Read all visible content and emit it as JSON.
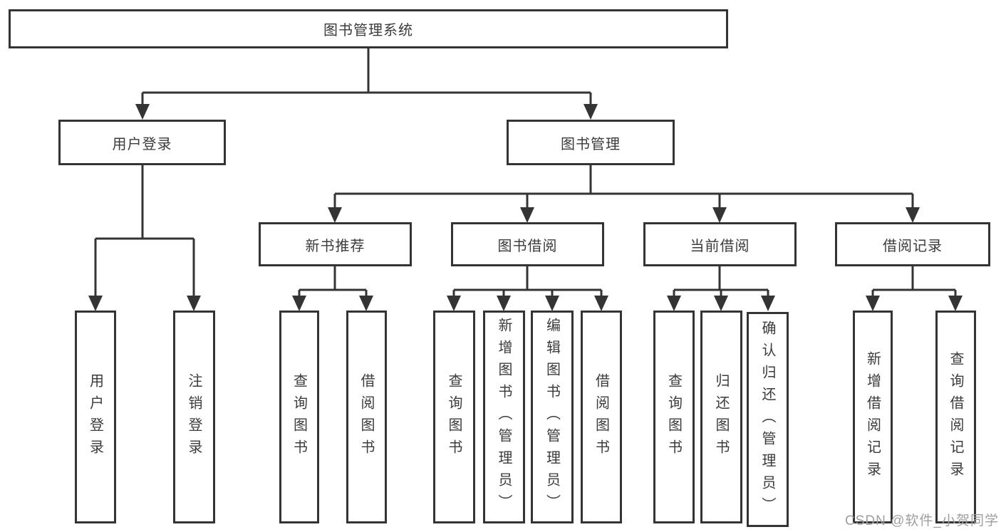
{
  "diagram": {
    "root": {
      "label": "图书管理系统"
    },
    "level2": [
      {
        "label": "用户登录"
      },
      {
        "label": "图书管理"
      }
    ],
    "level3": [
      {
        "label": "新书推荐"
      },
      {
        "label": "图书借阅"
      },
      {
        "label": "当前借阅"
      },
      {
        "label": "借阅记录"
      }
    ],
    "leaves": {
      "user_login": [
        {
          "label": "用户登录"
        },
        {
          "label": "注销登录"
        }
      ],
      "new_book": [
        {
          "label": "查询图书"
        },
        {
          "label": "借阅图书"
        }
      ],
      "book_borrow": [
        {
          "label": "查询图书"
        },
        {
          "label": "新增图书（管理员）"
        },
        {
          "label": "编辑图书（管理员）"
        },
        {
          "label": "借阅图书"
        }
      ],
      "current_borrow": [
        {
          "label": "查询图书"
        },
        {
          "label": "归还图书"
        },
        {
          "label": "确认归还（管理员）"
        }
      ],
      "borrow_record": [
        {
          "label": "新增借阅记录"
        },
        {
          "label": "查询借阅记录"
        }
      ]
    }
  },
  "watermark": {
    "text": "CSDN @软件_小贺同学"
  },
  "colors": {
    "line": "#343434",
    "text": "#3b3b3b",
    "background": "#ffffff",
    "watermark": "#9e9e9e"
  }
}
